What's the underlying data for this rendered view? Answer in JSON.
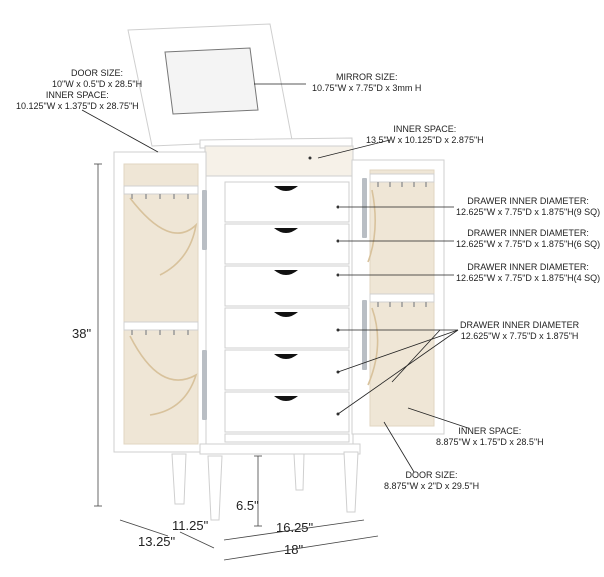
{
  "labels": {
    "door_left": {
      "heading": "DOOR SIZE:",
      "spec": "10\"W x 0.5\"D x 28.5\"H"
    },
    "inner_left": {
      "heading": "INNER SPACE:",
      "spec": "10.125\"W x 1.375\"D x 28.75\"H"
    },
    "mirror": {
      "heading": "MIRROR SIZE:",
      "spec": "10.75\"W x 7.75\"D x 3mm H"
    },
    "inner_top": {
      "heading": "INNER SPACE:",
      "spec": "13.5\"W x 10.125\"D x 2.875\"H"
    },
    "drawer_9": {
      "heading": "DRAWER INNER DIAMETER:",
      "spec": "12.625\"W x 7.75\"D x 1.875\"H(9 SQ)"
    },
    "drawer_6": {
      "heading": "DRAWER INNER DIAMETER:",
      "spec": "12.625\"W x 7.75\"D x 1.875\"H(6 SQ)"
    },
    "drawer_4": {
      "heading": "DRAWER INNER DIAMETER:",
      "spec": "12.625\"W x 7.75\"D x 1.875\"H(4 SQ)"
    },
    "drawer_plain": {
      "heading": "DRAWER INNER DIAMETER",
      "spec": "12.625\"W x 7.75\"D x 1.875\"H"
    },
    "inner_right": {
      "heading": "INNER SPACE:",
      "spec": "8.875\"W x 1.75\"D x 28.5\"H"
    },
    "door_right": {
      "heading": "DOOR SIZE:",
      "spec": "8.875\"W x 2\"D x 29.5\"H"
    }
  },
  "dimensions": {
    "height": "38\"",
    "leg_height": "6.5\"",
    "depth_inner": "11.25\"",
    "depth_outer": "13.25\"",
    "width_inner": "16.25\"",
    "width_outer": "18\""
  },
  "colors": {
    "cabinet": "#ffffff",
    "outline": "#cfcfcf",
    "lining": "#efe6d6",
    "handle": "#111111",
    "rope": "#d8c29c",
    "hinge": "#b9bec4"
  }
}
